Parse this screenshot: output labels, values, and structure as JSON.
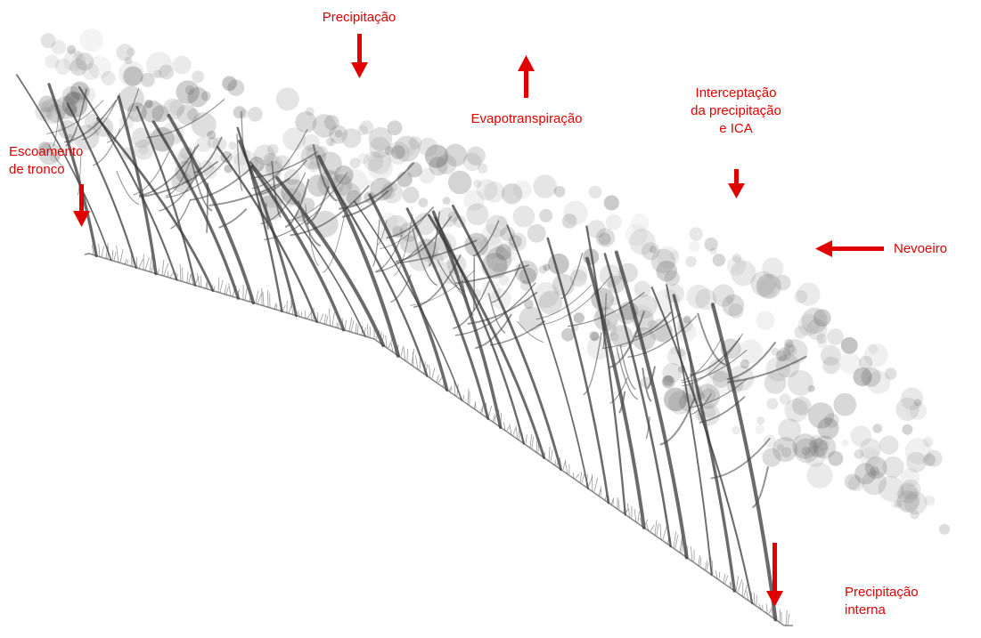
{
  "colors": {
    "annotation": "#e00000",
    "sketch": "#3a3a3a",
    "background": "#ffffff"
  },
  "illustration": "pencil-sketch-forest-on-slope",
  "labels": {
    "precipitacao": "Precipitação",
    "evapotranspiracao": "Evapotranspiração",
    "interceptacao": [
      "Interceptação",
      "da precipitação",
      "e ICA"
    ],
    "escoamento": [
      "Escoamento",
      "de tronco"
    ],
    "nevoeiro": "Nevoeiro",
    "precipitacao_interna": [
      "Precipitação",
      "interna"
    ]
  }
}
